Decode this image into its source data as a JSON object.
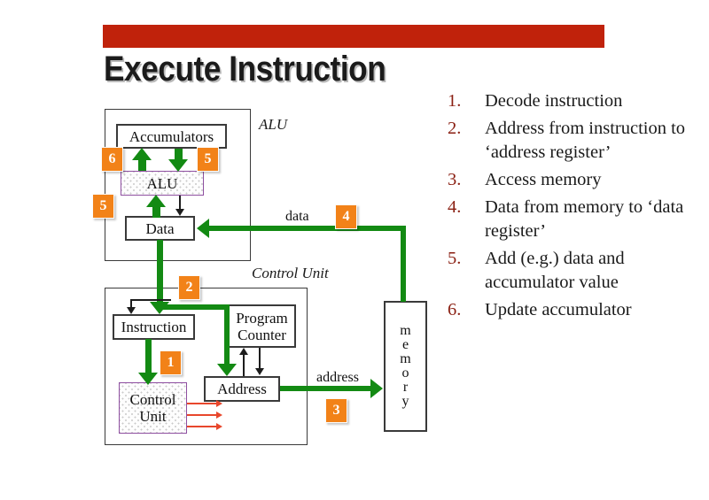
{
  "slide": {
    "title": "Execute Instruction",
    "accent_bar_color": "#C0220B",
    "title_color": "#1b1b1b"
  },
  "steps": {
    "number_color": "#8a1f12",
    "items": [
      {
        "num": "1.",
        "text": "Decode instruction"
      },
      {
        "num": "2.",
        "text": "Address from instruction to ‘address register’"
      },
      {
        "num": "3.",
        "text": "Access memory"
      },
      {
        "num": "4.",
        "text": "Data from memory to ‘data register’"
      },
      {
        "num": "5.",
        "text": "Add (e.g.) data and accumulator value"
      },
      {
        "num": "6.",
        "text": "Update accumulator"
      }
    ]
  },
  "diagram": {
    "group_labels": {
      "alu": "ALU",
      "control_unit": "Control Unit"
    },
    "boxes": {
      "accumulators": "Accumulators",
      "alu": "ALU",
      "data": "Data",
      "instruction": "Instruction",
      "program_counter": "Program Counter",
      "address": "Address",
      "control_unit": "Control Unit",
      "memory_letters": [
        "m",
        "e",
        "m",
        "o",
        "r",
        "y"
      ]
    },
    "bus_labels": {
      "data": "data",
      "address": "address"
    },
    "badges": {
      "step1": "1",
      "step2": "2",
      "step3": "3",
      "step4": "4",
      "step5_alu_left": "5",
      "step5_accum": "5",
      "step6": "6"
    },
    "colors": {
      "flow_green": "#138A13",
      "badge_orange": "#F28218",
      "register_purple": "#8E4FA0",
      "control_signal_red": "#E8472C"
    }
  }
}
